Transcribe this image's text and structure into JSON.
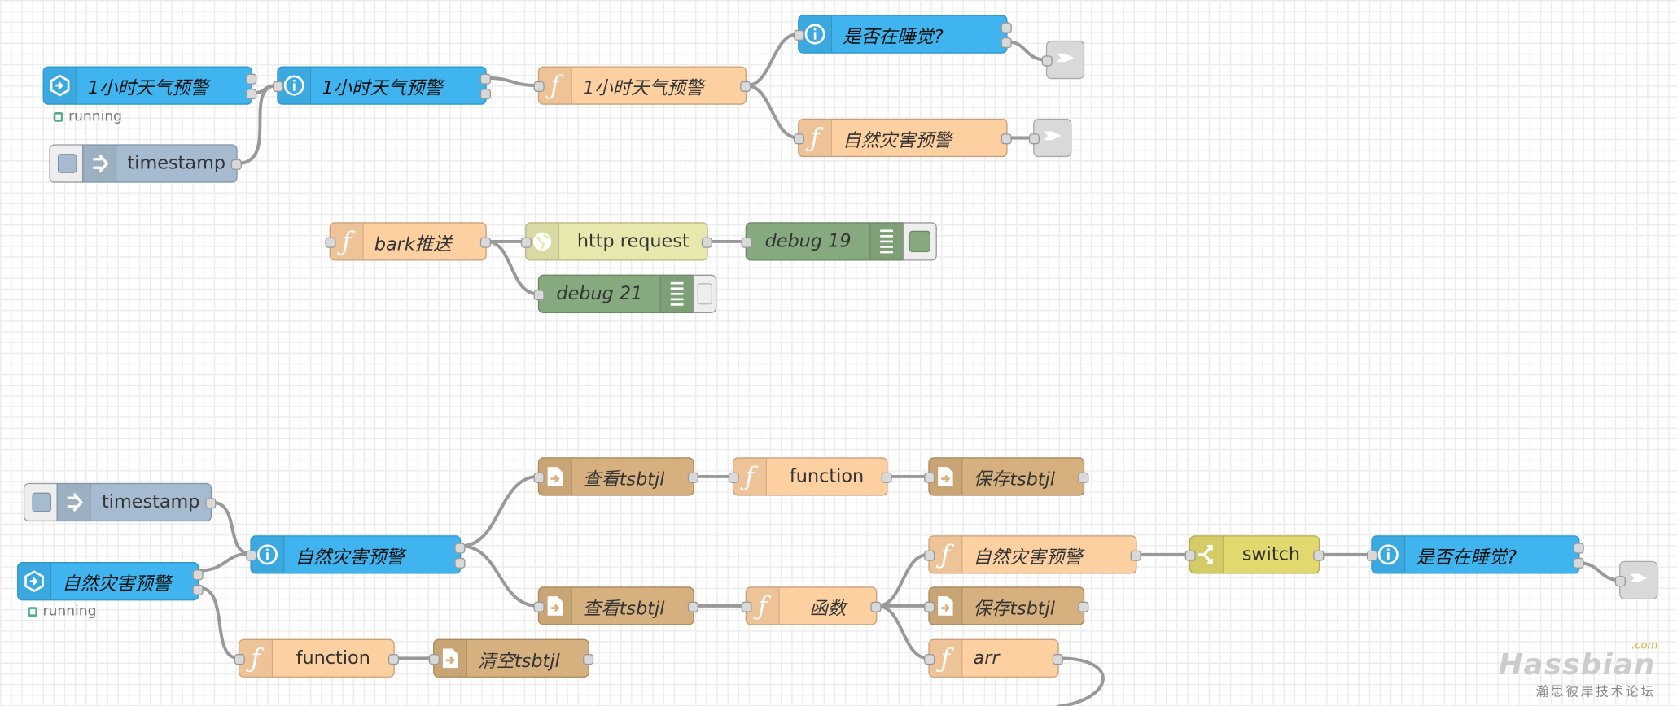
{
  "flow1": {
    "trigger_label": "1小时天气预警",
    "trigger_status": "running",
    "timestamp_label": "timestamp",
    "state_label": "1小时天气预警",
    "func_label": "1小时天气预警",
    "sleep_label": "是否在睡觉?",
    "disaster_label": "自然灾害预警"
  },
  "flow2": {
    "bark_label": "bark推送",
    "http_label": "http request",
    "debug19_label": "debug 19",
    "debug21_label": "debug 21"
  },
  "flow3": {
    "timestamp_label": "timestamp",
    "trigger_label": "自然灾害预警",
    "trigger_status": "running",
    "state_label": "自然灾害预警",
    "view1_label": "查看tsbtjl",
    "function1_label": "function",
    "save1_label": "保存tsbtjl",
    "view2_label": "查看tsbtjl",
    "hanshu_label": "函数",
    "disaster_label": "自然灾害预警",
    "switch_label": "switch",
    "sleep_label": "是否在睡觉?",
    "save2_label": "保存tsbtjl",
    "arr_label": "arr",
    "function2_label": "function",
    "clear_label": "清空tsbtjl"
  },
  "watermark": {
    "brand": "Hassbian",
    "dot": ".com",
    "subtitle": "瀚思彼岸技术论坛"
  },
  "colors": {
    "ha_node": "#3fb4ee",
    "function_node": "#fdd0a2",
    "file_node": "#d6b07e",
    "inject_node": "#a6bbcf",
    "debug_node": "#87a980",
    "http_node": "#e7e7ae",
    "switch_node": "#e2d96e",
    "link_node": "#d9d9d9",
    "wire": "#999999"
  },
  "icons": [
    "ha-trigger-icon",
    "ha-info-icon",
    "function-icon",
    "inject-arrow-icon",
    "globe-icon",
    "debug-bars-icon",
    "file-icon",
    "switch-icon",
    "link-out-icon"
  ]
}
